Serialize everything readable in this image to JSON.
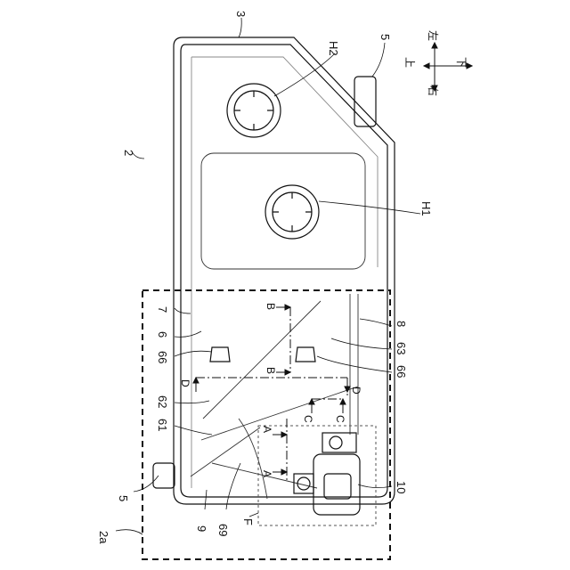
{
  "figure": {
    "labels": {
      "assembly": "2",
      "assembly_sub": "2a",
      "cover": "3",
      "bracket": "5",
      "panel": "6",
      "rib": "7",
      "edge": "8",
      "frame": "9",
      "unit": "10",
      "part61": "61",
      "part62": "62",
      "part63": "63",
      "part66": "66",
      "part69": "69",
      "hole1": "H1",
      "hole2": "H2",
      "region_f": "F"
    },
    "section_marks": {
      "a": "A",
      "b": "B",
      "c": "C",
      "d": "D"
    },
    "direction_labels": {
      "up": "上",
      "down": "下",
      "left": "左",
      "right": "右"
    }
  }
}
